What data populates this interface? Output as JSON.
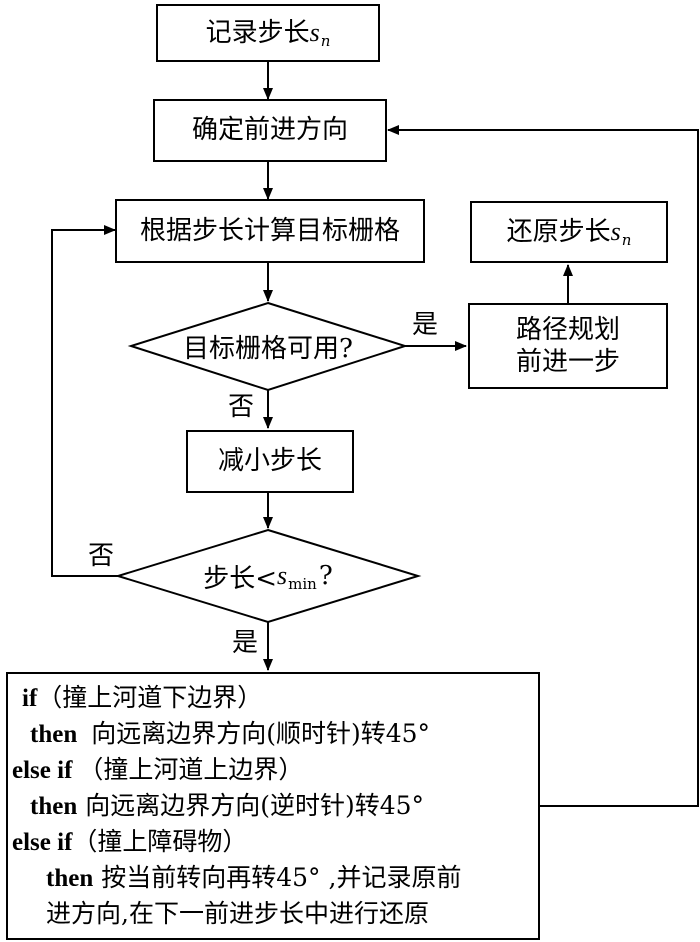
{
  "nodes": {
    "record_step": {
      "text": "记录步长",
      "var": "s",
      "sub": "n"
    },
    "set_direction": {
      "text": "确定前进方向"
    },
    "compute_target": {
      "text": "根据步长计算目标栅格"
    },
    "target_usable": {
      "text": "目标栅格可用?"
    },
    "reduce_step": {
      "text": "减小步长"
    },
    "step_check": {
      "pre": "步长<",
      "var": "s",
      "sub": "min",
      "post": "?"
    },
    "plan_path": {
      "line1": "路径规划",
      "line2": "前进一步"
    },
    "restore_step": {
      "text": "还原步长",
      "var": "s",
      "sub": "n"
    }
  },
  "edge_labels": {
    "usable_yes": "是",
    "usable_no": "否",
    "step_no": "否",
    "step_yes": "是"
  },
  "code_block": {
    "lines": [
      {
        "kw": "if",
        "text": "（撞上河道下边界）"
      },
      {
        "kw": "then",
        "text": "向远离边界方向(顺时针)转45°"
      },
      {
        "kw": "else if",
        "text": "（撞上河道上边界）"
      },
      {
        "kw": "then",
        "text": "向远离边界方向(逆时针)转45°"
      },
      {
        "kw": "else if",
        "text": "（撞上障碍物）"
      },
      {
        "kw": "then",
        "text": "按当前转向再转45°  ,并记录原前"
      },
      {
        "kw": "",
        "text": "进方向,在下一前进步长中进行还原"
      }
    ]
  }
}
